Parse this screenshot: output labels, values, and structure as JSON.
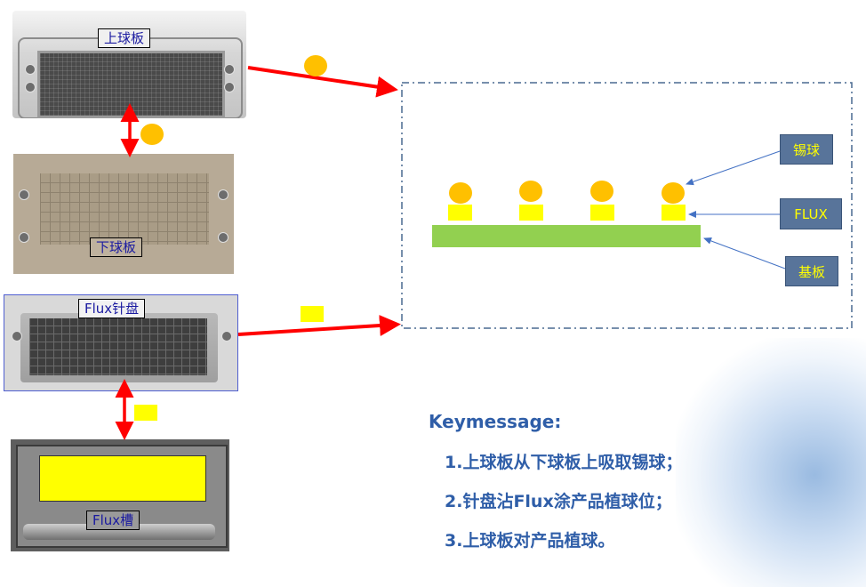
{
  "photos": {
    "upper_plate": "上球板",
    "lower_plate": "下球板",
    "flux_pin_plate": "Flux针盘",
    "flux_tank": "Flux槽"
  },
  "diagram": {
    "callout_ball": "锡球",
    "callout_flux": "FLUX",
    "callout_substrate": "基板"
  },
  "colors": {
    "solder_ball": "#ffc000",
    "flux": "#ffff00",
    "substrate": "#92d050",
    "arrow": "#ff0000",
    "callout_box": "#58749a",
    "key_text": "#2f5ea8"
  },
  "key_message": {
    "title": "Keymessage:",
    "items": [
      "1.上球板从下球板上吸取锡球；",
      "2.针盘沾Flux涂产品植球位；",
      "3.上球板对产品植球。"
    ]
  }
}
